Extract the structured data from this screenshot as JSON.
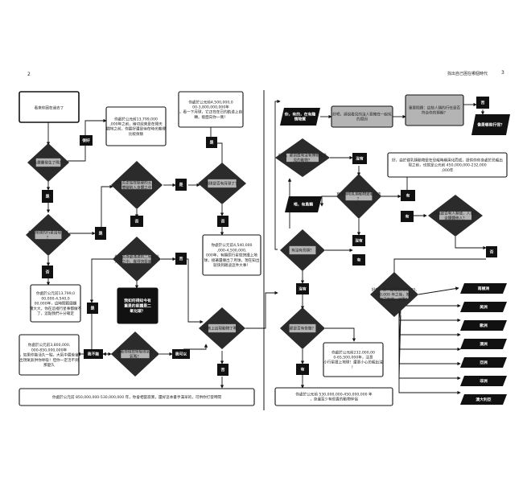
{
  "page_numbers": {
    "left": "2",
    "right": "3"
  },
  "header": {
    "right_title": "找出自己困在哪個時代"
  },
  "nodes": {
    "start": "看來你困在過去了",
    "q_dinosaur": "大霹靂發生了嗎？",
    "box_13_8b": "你處於公元前13,799,000,000年之前，確切說來是在開天闢地之前，你最好還是待在時光機裡比較保險",
    "q_planet": "名為地球的行星出現了嗎？",
    "box_13_7b": "你處於公元前13,799,000,000-4,540,000,000年，這時間範圍擴實大大，你在這裡行星事都做不了，這點我們十分確定",
    "q_rock": "你是否正站在堅硬的土地上，雙腳陷入身體之中？",
    "q_moon": "地球是否有月球了？",
    "box_4_5b": "你處於公元前4,500,000,000-3,800,000,000年。看一下月球，它正在在已的軌道上自轉，能面向你一側！",
    "q_hot": "你是否身處滿滿的二氧化碳大氣之中，覺得快要窒息？",
    "box_4_54b": "你處於公元前4,540,000,000-4,500,000,000年，有顆原行星就快撞上地球，接著還撞出了月球，現在知出就快到踢迪這件大事！",
    "q_know": "我如何得知今有重是的氣體是二氧化碳？",
    "q_ground_life": "陸地上出現動物了嗎？",
    "q_breathe": "看看你現在呼吸得到空氣嗎？",
    "box_3_8b": "你處於公元前3,800,000,000-850,000,000年，如果你能活久一點，大氣中最後會出現氧氣供你呼吸！但你一定活不到那麼久",
    "box_850m": "你處於公元前 850,000,000-530,000,000 年，你會相當寂寞，還好這本書手滿早的，可供你打發時間",
    "q_plants_mind": "你，有的，在有趣情物質",
    "q_good_q": "好吧，請說看見的沒人要賴在一起玩的原因",
    "q_good_dino": "好吧，那到底有沒有博物館覺見的動物？",
    "q_crazy": "有沒有唔乳類動物遊著跑去？",
    "box_ohhh": "唔，有鳥類",
    "q_bird": "有沒有鳥類？",
    "q_bone": "那是否有骨骼？",
    "box_530m": "你處於公元前 530,000,000-450,000,000 年，身邊至少有很貴的動物伴侶",
    "box_232m": "你處於公元前232,000,000-65,500,000年，注意小行星撞上地球！還要小心恐龍出沒！",
    "q_very": "重要問題：這些人類的行任是否符合你的預期？",
    "q_like": "像是哪些行徑？",
    "box_ok_dino": "好，由於碟乳類動物是在恐龍時期演化而成，提供你你身處於恐龍出現之前，也就是公元前 450,000,000-232,000,000年",
    "q_human": "周邊是否有人類或，人或尾全體體佈人？",
    "q_continent": "好吧，你一定在公元前225,000,000 年之後，知道自己在哪一洲嗎？",
    "continents": [
      "南極洲",
      "美洲",
      "歐洲",
      "澳洲",
      "亞洲",
      "非洲",
      "澳大利亞"
    ]
  },
  "labels": {
    "yes": "是",
    "no": "否",
    "good": "很好",
    "no2": "我不能",
    "ok": "我可以",
    "have": "有",
    "none": "沒有",
    "dont": "很好"
  }
}
